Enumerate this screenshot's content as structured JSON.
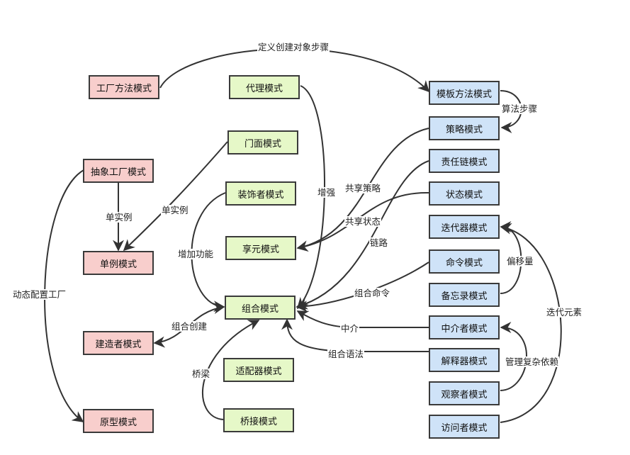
{
  "nodes": {
    "factory_method": "工厂方法模式",
    "abstract_factory": "抽象工厂模式",
    "singleton": "单例模式",
    "builder": "建造者模式",
    "prototype": "原型模式",
    "proxy": "代理模式",
    "facade": "门面模式",
    "decorator": "装饰者模式",
    "flyweight": "享元模式",
    "composite": "组合模式",
    "adapter": "适配器模式",
    "bridge": "桥接模式",
    "template_method": "模板方法模式",
    "strategy": "策略模式",
    "chain": "责任链模式",
    "state": "状态模式",
    "iterator": "迭代器模式",
    "command": "命令模式",
    "memento": "备忘录模式",
    "mediator": "中介者模式",
    "interpreter": "解释器模式",
    "observer": "观察者模式",
    "visitor": "访问者模式"
  },
  "edge_labels": {
    "define_steps": "定义创建对象步骤",
    "algorithm_steps": "算法步骤",
    "singleton_1": "单实例",
    "singleton_2": "单实例",
    "dynamic_factory": "动态配置工厂",
    "enhance": "增强",
    "add_function": "增加功能",
    "shared_strategy": "共享策略",
    "shared_state": "共享状态",
    "chain": "链路",
    "combine_command": "组合命令",
    "offset": "偏移量",
    "mediator": "中介",
    "combine_grammar": "组合语法",
    "combine_create": "组合创建",
    "bridge": "桥梁",
    "manage_deps": "管理复杂依赖",
    "iterate_elements": "迭代元素"
  },
  "colors": {
    "creational": "#f8cecc",
    "structural": "#e6f8c8",
    "behavioral": "#cfe3f8",
    "border": "#3a3a3a",
    "edge": "#333333"
  }
}
